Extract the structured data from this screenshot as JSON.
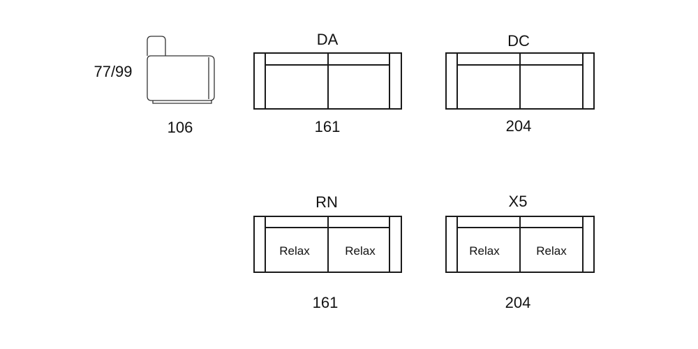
{
  "side_view": {
    "height_label": "77/99",
    "depth_label": "106"
  },
  "models": [
    {
      "code": "DA",
      "width": "161",
      "seat_labels": []
    },
    {
      "code": "DC",
      "width": "204",
      "seat_labels": []
    },
    {
      "code": "RN",
      "width": "161",
      "seat_labels": [
        "Relax",
        "Relax"
      ]
    },
    {
      "code": "X5",
      "width": "204",
      "seat_labels": [
        "Relax",
        "Relax"
      ]
    }
  ],
  "colors": {
    "line": "#1a1a1a",
    "background": "#ffffff"
  }
}
